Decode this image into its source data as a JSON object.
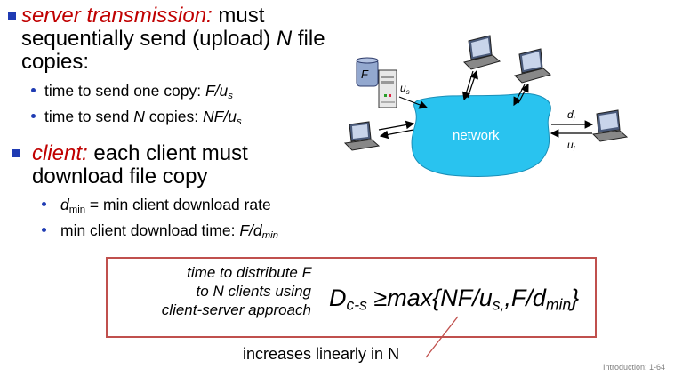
{
  "server": {
    "label": "server transmission:",
    "text_l1": " must",
    "text_l2a": "sequentially send (upload) ",
    "text_l2n": "N",
    "text_l2b": " file",
    "text_l3": "copies:",
    "sub1_text": "time to send one copy: ",
    "sub1_math": "F/u",
    "sub1_sub": "s",
    "sub2_a": "time to send ",
    "sub2_n": "N",
    "sub2_b": " copies: ",
    "sub2_math": "NF/u",
    "sub2_sub": "s"
  },
  "client": {
    "label": "client:",
    "text_l1": " each client must",
    "text_l2": "download file copy",
    "sub1_d": "d",
    "sub1_sub": "min",
    "sub1_rest": " = min client download rate",
    "sub2_text": "min client download time: ",
    "sub2_math": "F/d",
    "sub2_sub": "min"
  },
  "diagram": {
    "network_label": "network",
    "file_label": "F",
    "us_main": "u",
    "us_sub": "s",
    "di_main": "d",
    "di_sub": "i",
    "ui_main": "u",
    "ui_sub": "i",
    "colors": {
      "cloud": "#29c3ef",
      "cloud_stroke": "#1a8fb8"
    }
  },
  "box": {
    "desc_line1": "time to  distribute F",
    "desc_line2": "to N clients using",
    "desc_line3": "client-server approach",
    "f_D": "D",
    "f_sub": "c-s",
    "f_ge": " ≥",
    "f_a": "max{NF/u",
    "f_sub2": "s,",
    "f_b": ",F/d",
    "f_sub3": "min",
    "f_end": "}"
  },
  "annotation": "increases linearly in N",
  "footer": "Introduction: 1-64",
  "colors": {
    "bullet": "#1f3bb3",
    "red": "#c00000",
    "box_border": "#c0504d"
  }
}
